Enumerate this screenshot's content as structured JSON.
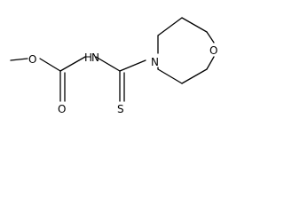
{
  "atoms": {
    "ester_oxygen": "O",
    "carbonyl_oxygen": "O",
    "amide_nitrogen": "N",
    "amide_hydrogen": "H",
    "thione_sulfur": "S",
    "ring_nitrogen": "N",
    "ring_oxygen": "O"
  },
  "colors": {
    "bond": "#000000",
    "label": "#000000",
    "background": "#ffffff"
  }
}
